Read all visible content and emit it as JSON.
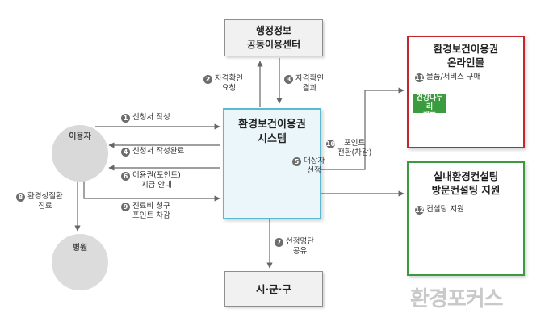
{
  "boxes": {
    "admin_center": {
      "line1": "행정정보",
      "line2": "공동이용센터"
    },
    "system": {
      "line1": "환경보건이용권",
      "line2": "시스템"
    },
    "local_gov": {
      "label": "시·군·구"
    },
    "online_mall": {
      "line1": "환경보건이용권",
      "line2": "온라인몰"
    },
    "consulting": {
      "line1": "실내환경컨설팅",
      "line2": "방문컨설팅 지원"
    }
  },
  "nodes": {
    "user": {
      "label": "이용자"
    },
    "hospital": {
      "label": "병원"
    }
  },
  "steps": [
    {
      "num": "1",
      "text": "신청서 작성"
    },
    {
      "num": "2",
      "line1": "자격확인",
      "line2": "요청"
    },
    {
      "num": "3",
      "line1": "자격확인",
      "line2": "결과"
    },
    {
      "num": "4",
      "text": "신청서 작성완료"
    },
    {
      "num": "5",
      "line1": "대상자",
      "line2": "선정"
    },
    {
      "num": "6",
      "line1": "이용권(포인트)",
      "line2": "지급 안내"
    },
    {
      "num": "7",
      "line1": "선정명단",
      "line2": "공유"
    },
    {
      "num": "8",
      "line1": "환경성질환",
      "line2": "진료"
    },
    {
      "num": "9",
      "line1": "진료비 청구",
      "line2": "포인트 차감"
    },
    {
      "num": "10",
      "line1": "포인트",
      "line2": "전환(차감)"
    },
    {
      "num": "11",
      "text": "물품/서비스 구매"
    },
    {
      "num": "12",
      "text": "컨설팅 지원"
    }
  ],
  "badges": {
    "camp": {
      "line1": "건강나누리",
      "line2": "캠프"
    }
  },
  "watermark": "환경포커스",
  "colors": {
    "system_border": "#5cb8cf",
    "mall_border": "#c2262e",
    "consult_border": "#3c9a3c",
    "step_circle": "#6d6d6d"
  }
}
